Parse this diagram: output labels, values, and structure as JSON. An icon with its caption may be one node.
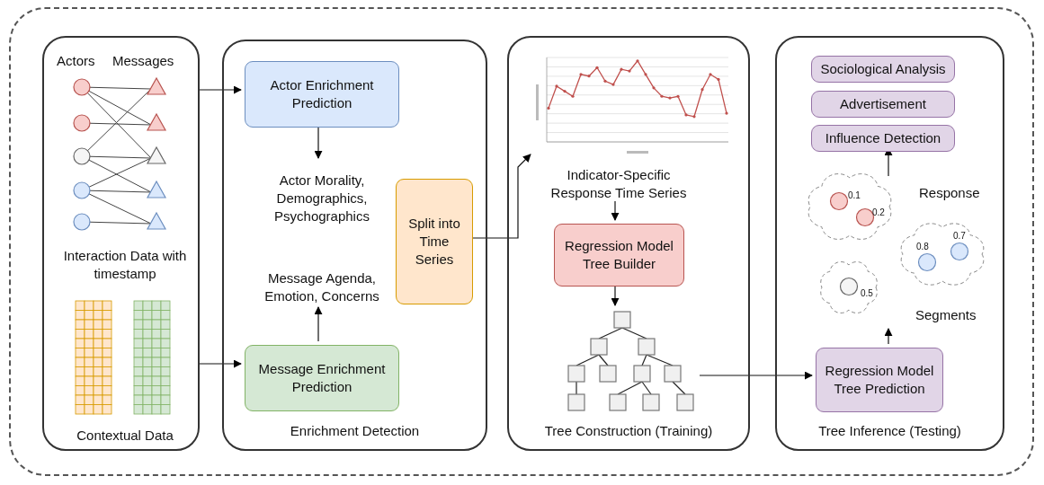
{
  "diagram": {
    "nodes": [
      {
        "text": [],
        "shape": "box"
      },
      {
        "text": [],
        "shape": "box",
        "in": 0
      },
      {
        "text": [
          "Interaction Data with timestamp"
        ],
        "in": 1
      },
      {
        "text": [
          "Contextual Data"
        ],
        "in": 1
      },
      {
        "text": [
          "Enrichment Detection"
        ],
        "in": 0
      },
      {
        "text": [
          "Actor Enrichment Prediction"
        ],
        "in": 4
      },
      {
        "text": [
          "Actor Morality, Demographics, Psychographics"
        ],
        "in": 4
      },
      {
        "text": [
          "Message Agenda, Emotion, Concerns"
        ],
        "in": 4
      },
      {
        "text": [
          "Message Enrichment Prediction"
        ],
        "in": 4
      },
      {
        "text": [
          "Split into Time Series"
        ],
        "in": 4
      },
      {
        "text": [
          "Tree Construction (Training)"
        ],
        "in": 0
      },
      {
        "text": [],
        "shape": "chart",
        "in": 10
      },
      {
        "text": [
          "Indicator-Specific Response Time Series"
        ],
        "in": 10
      },
      {
        "text": [
          "Regression Model Tree Builder"
        ],
        "in": 10
      },
      {
        "text": [],
        "shape": "tree",
        "in": 10
      },
      {
        "text": [
          "Tree Inference (Testing)"
        ],
        "in": 0
      },
      {
        "text": [
          "Sociological Analysis"
        ],
        "in": 15
      },
      {
        "text": [
          "Advertisement"
        ],
        "in": 15
      },
      {
        "text": [
          "Influence Detection"
        ],
        "in": 15
      },
      {
        "text": [
          "Regression Model Tree Prediction"
        ],
        "in": 15
      }
    ],
    "edges": [
      {
        "from": 2,
        "to": 5,
        "arrow": "to"
      },
      {
        "from": 3,
        "to": 8,
        "arrow": "to"
      },
      {
        "from": 5,
        "to": 6,
        "arrow": "to"
      },
      {
        "from": 8,
        "to": 7,
        "arrow": "to"
      },
      {
        "from": 9,
        "to": 11,
        "arrow": "to"
      },
      {
        "from": 12,
        "to": 13,
        "arrow": "to"
      },
      {
        "from": 13,
        "to": 14,
        "arrow": "to"
      },
      {
        "from": 14,
        "to": 19,
        "arrow": "to"
      },
      {
        "from": 19,
        "to": null,
        "arrow": "to"
      },
      {
        "from": null,
        "to": 18,
        "arrow": "to"
      }
    ],
    "labels": [
      "Actors",
      "Messages",
      "Response",
      "0.1",
      "0.2",
      "0.8",
      "0.7",
      "0.5",
      "Segments"
    ]
  }
}
